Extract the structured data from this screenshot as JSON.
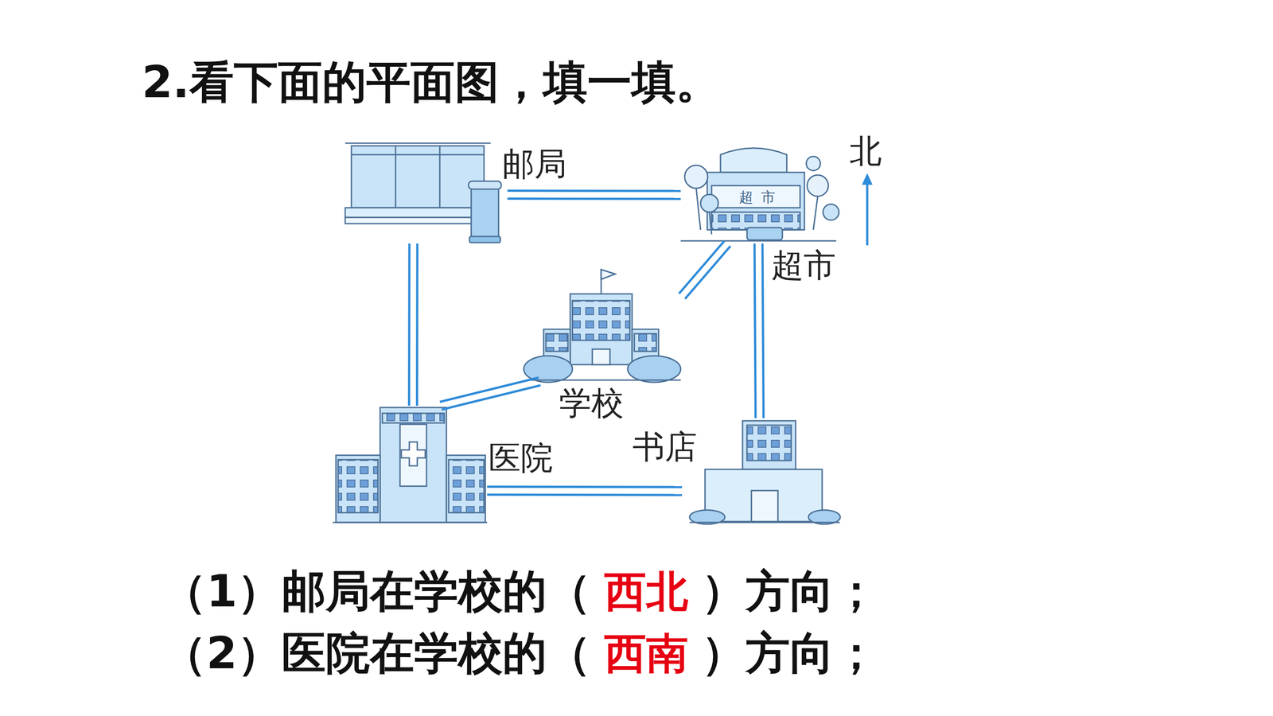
{
  "diagram": {
    "title": "2.看下面的平面图，填一填。",
    "nodes": [
      {
        "text": [
          "邮局"
        ]
      },
      {
        "text": [
          "超市"
        ]
      },
      {
        "text": [
          "学校"
        ]
      },
      {
        "text": [
          "医院"
        ]
      },
      {
        "text": [
          "书店"
        ]
      }
    ],
    "edges": [
      {
        "from": 0,
        "to": 1,
        "arrow": "none"
      },
      {
        "from": 0,
        "to": 3,
        "arrow": "none"
      },
      {
        "from": 1,
        "to": 2,
        "arrow": "none"
      },
      {
        "from": 2,
        "to": 3,
        "arrow": "none"
      },
      {
        "from": 1,
        "to": 4,
        "arrow": "none"
      },
      {
        "from": 3,
        "to": 4,
        "arrow": "none"
      }
    ],
    "labels": [
      "超市",
      "北",
      "（1）邮局在学校的（",
      "西北",
      "）方向；",
      "（2）医院在学校的（",
      "西南",
      "）方向；"
    ]
  }
}
